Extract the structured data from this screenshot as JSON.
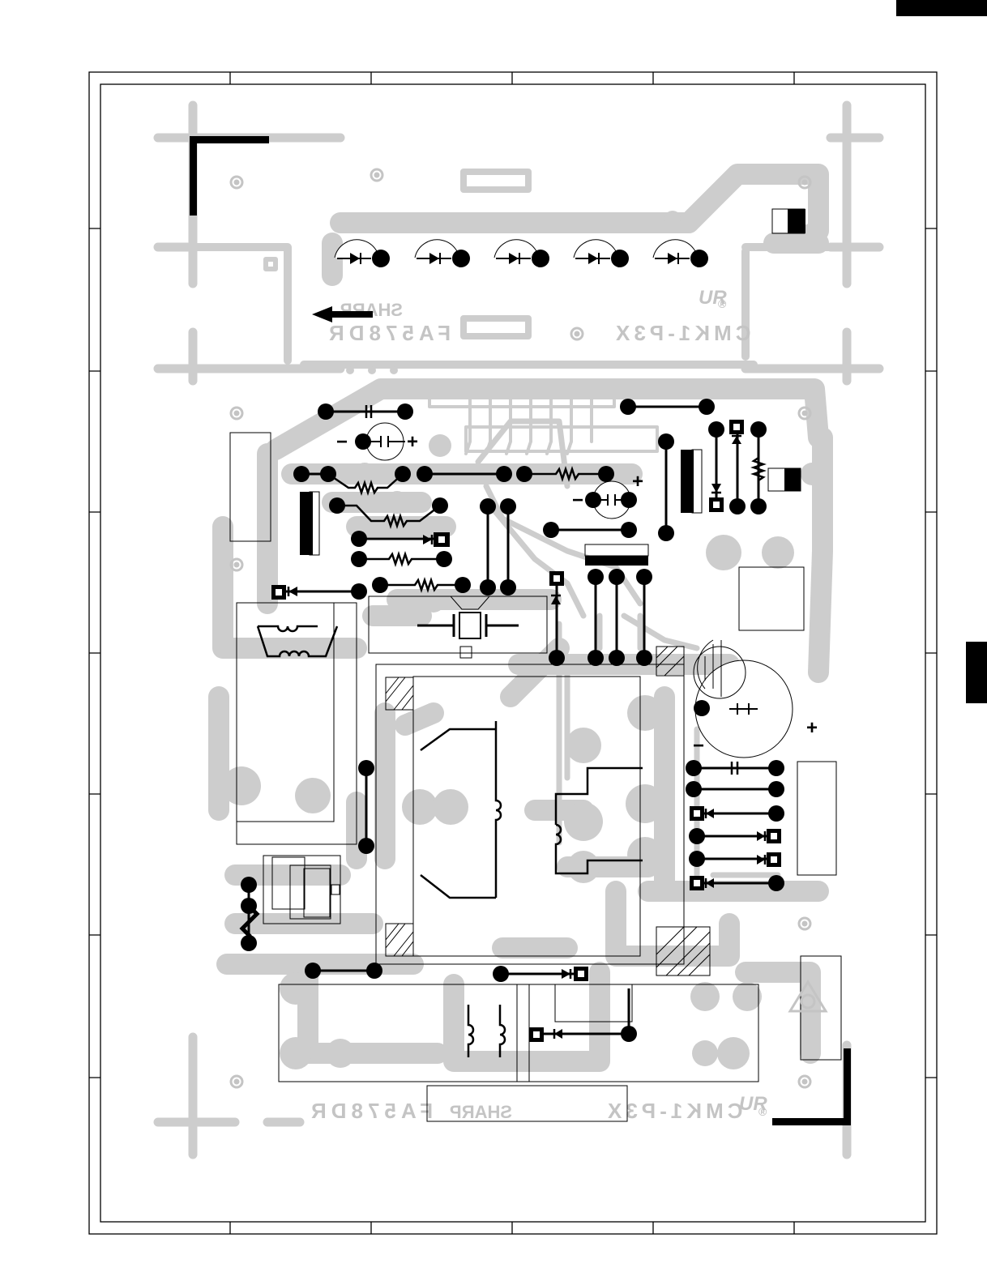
{
  "colors": {
    "trace": "#cdcdcd",
    "silkscreen": "#c4c4c4",
    "component": "#000000",
    "frame": "#000000",
    "background": "#ffffff"
  },
  "silkscreen": {
    "top": {
      "brand": "SHARP",
      "model_code": "FA578DR",
      "board_code": "CMK1-P3X",
      "cert_mark": "UR",
      "registered": "®"
    },
    "bottom": {
      "brand": "SHARP",
      "model_code": "FA578DR",
      "board_code": "CMK1-P3X",
      "cert_mark": "UR",
      "registered": "®"
    }
  },
  "polarity": {
    "plus": "+",
    "minus": "−"
  },
  "icons": [
    "diode-icon",
    "led-icon",
    "resistor-icon",
    "capacitor-icon",
    "electrolytic-capacitor-icon",
    "inductor-icon",
    "crystal-icon",
    "relay-coil-icon",
    "mounting-hole-icon",
    "arrow-icon",
    "safety-triangle-icon"
  ]
}
